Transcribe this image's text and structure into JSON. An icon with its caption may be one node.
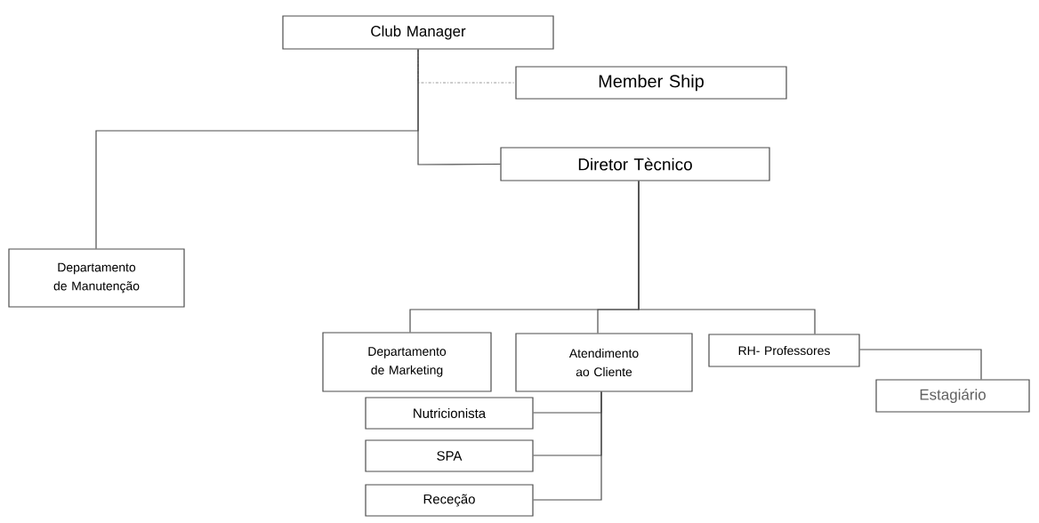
{
  "diagram": {
    "nodes": [
      {
        "text": [
          "Club Manager"
        ]
      },
      {
        "text": [
          "Member Ship"
        ]
      },
      {
        "text": [
          "Diretor Tècnico"
        ]
      },
      {
        "text": [
          "Departamento de Manutenção"
        ]
      },
      {
        "text": [
          "Departamento de Marketing"
        ]
      },
      {
        "text": [
          "Atendimento ao Cliente"
        ]
      },
      {
        "text": [
          "RH- Professores"
        ]
      },
      {
        "text": [
          "Estagiário"
        ]
      },
      {
        "text": [
          "Nutricionista"
        ]
      },
      {
        "text": [
          "SPA"
        ]
      },
      {
        "text": [
          "Receção"
        ]
      }
    ],
    "edges": [
      {
        "from": 0,
        "to": 1,
        "arrow": "none",
        "style": "dashed",
        "color": "#999999"
      },
      {
        "from": 0,
        "to": 3,
        "arrow": "none"
      },
      {
        "from": 0,
        "to": 2,
        "arrow": "none"
      },
      {
        "from": 2,
        "to": 4,
        "arrow": "none"
      },
      {
        "from": 2,
        "to": 5,
        "arrow": "none"
      },
      {
        "from": 2,
        "to": 6,
        "arrow": "none"
      },
      {
        "from": 6,
        "to": 7,
        "arrow": "none"
      },
      {
        "from": 5,
        "to": 8,
        "arrow": "none"
      },
      {
        "from": 5,
        "to": 9,
        "arrow": "none"
      },
      {
        "from": 5,
        "to": 10,
        "arrow": "none"
      }
    ]
  }
}
